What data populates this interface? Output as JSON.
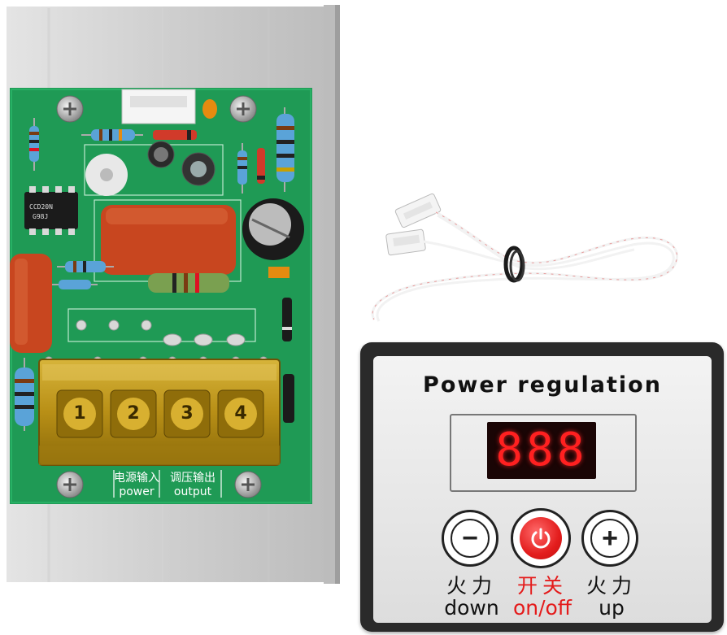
{
  "panel": {
    "title": "Power regulation",
    "display_digits": "888",
    "buttons": [
      {
        "id": "down",
        "icon": "minus-icon",
        "label_cn": "火力",
        "label_en": "down"
      },
      {
        "id": "power",
        "icon": "power-icon",
        "label_cn": "开关",
        "label_en": "on/off"
      },
      {
        "id": "up",
        "icon": "plus-icon",
        "label_cn": "火力",
        "label_en": "up"
      }
    ],
    "colors": {
      "label_red": "#e41b1b",
      "display": "#ff2020",
      "frame": "#2a2a2a"
    }
  },
  "board": {
    "chip_line1": "CCD20N",
    "chip_line2": "G98J",
    "terminals": [
      "1",
      "2",
      "3",
      "4"
    ],
    "input_label_cn": "电源输入",
    "input_label_en": "power",
    "output_label_cn": "调压输出",
    "output_label_en": "output",
    "colors": {
      "pcb": "#1f9a55",
      "terminal": "#c9a227",
      "heatsink": "#d9d9d9"
    }
  }
}
